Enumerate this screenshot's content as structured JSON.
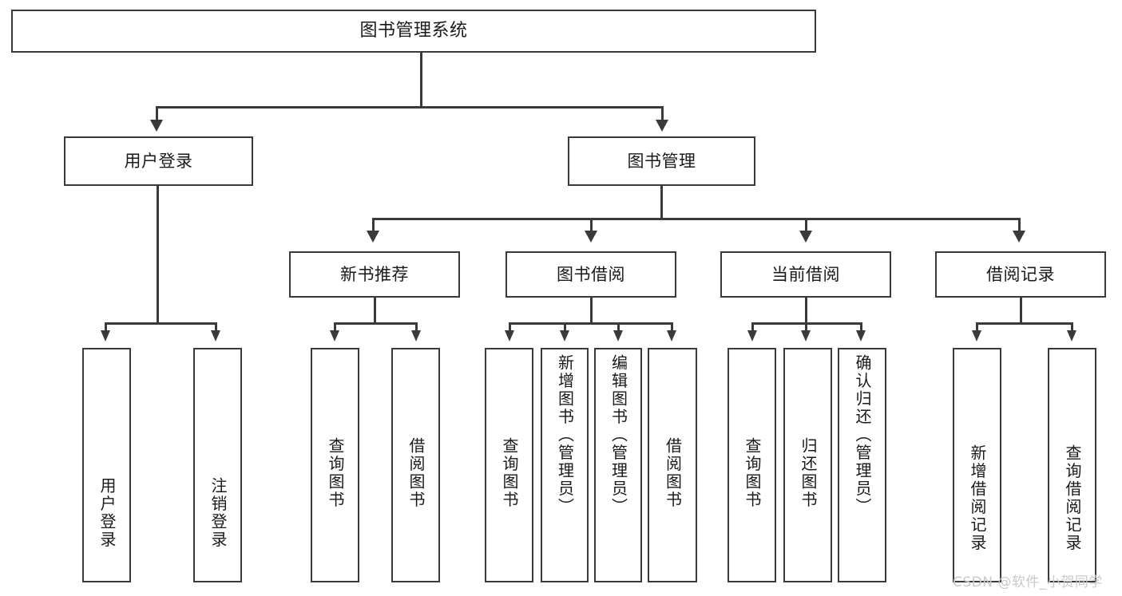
{
  "diagram": {
    "title": "图书管理系统",
    "type": "hierarchy-tree",
    "root": {
      "label": "图书管理系统"
    },
    "level2": [
      {
        "label": "用户登录"
      },
      {
        "label": "图书管理"
      }
    ],
    "level3": [
      {
        "label": "新书推荐"
      },
      {
        "label": "图书借阅"
      },
      {
        "label": "当前借阅"
      },
      {
        "label": "借阅记录"
      }
    ],
    "leaves_user_login": [
      {
        "label": "用户登录"
      },
      {
        "label": "注销登录"
      }
    ],
    "leaves_new_book": [
      {
        "label": "查询图书"
      },
      {
        "label": "借阅图书"
      }
    ],
    "leaves_borrow": [
      {
        "label": "查询图书"
      },
      {
        "label": "新增图书（管理员）"
      },
      {
        "label": "编辑图书（管理员）"
      },
      {
        "label": "借阅图书"
      }
    ],
    "leaves_current": [
      {
        "label": "查询图书"
      },
      {
        "label": "归还图书"
      },
      {
        "label": "确认归还（管理员）"
      }
    ],
    "leaves_records": [
      {
        "label": "新增借阅记录"
      },
      {
        "label": "查询借阅记录"
      }
    ]
  },
  "watermark": {
    "text": "CSDN @软件_小贺同学"
  },
  "colors": {
    "stroke": "#3a3a3a",
    "fill": "#ffffff",
    "text": "#1a1a1a",
    "watermark": "#c9c9c9"
  }
}
